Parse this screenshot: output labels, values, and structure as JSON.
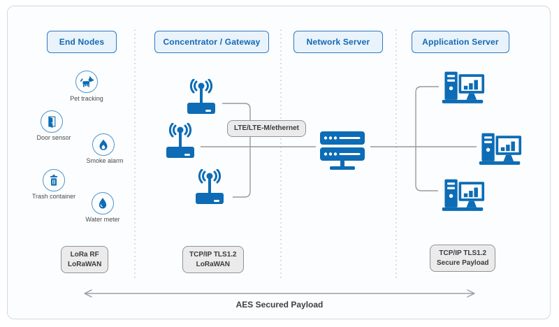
{
  "columns": [
    {
      "id": "end-nodes",
      "title": "End Nodes"
    },
    {
      "id": "concentrator-gateway",
      "title": "Concentrator / Gateway"
    },
    {
      "id": "network-server",
      "title": "Network Server"
    },
    {
      "id": "application-server",
      "title": "Application Server"
    }
  ],
  "end_nodes": [
    {
      "icon": "pet-tracking-icon",
      "label": "Pet tracking"
    },
    {
      "icon": "door-sensor-icon",
      "label": "Door sensor"
    },
    {
      "icon": "smoke-alarm-icon",
      "label": "Smoke alarm"
    },
    {
      "icon": "trash-container-icon",
      "label": "Trash container"
    },
    {
      "icon": "water-meter-icon",
      "label": "Water meter"
    }
  ],
  "devices": {
    "gateways_count": "3",
    "application_servers_count": "3"
  },
  "link_labels": {
    "gateway_uplink": "LTE/LTE-M/ethernet"
  },
  "protocol_badges": [
    {
      "column": "end-nodes",
      "line1": "LoRa RF",
      "line2": "LoRaWAN"
    },
    {
      "column": "concentrator-gateway",
      "line1": "TCP/IP TLS1.2",
      "line2": "LoRaWAN"
    },
    {
      "column": "application-server",
      "line1": "TCP/IP TLS1.2",
      "line2": "Secure Payload"
    }
  ],
  "footer": {
    "arrow_label": "AES Secured Payload"
  },
  "colors": {
    "accent_blue": "#0d6cb5",
    "header_bg": "#e9f3fc",
    "header_border": "#2e7bbd",
    "header_text": "#1268b3",
    "badge_bg": "#ebebeb",
    "badge_border": "#8f9398",
    "connector_gray": "#999999",
    "divider_gray": "#c8ccd0"
  }
}
